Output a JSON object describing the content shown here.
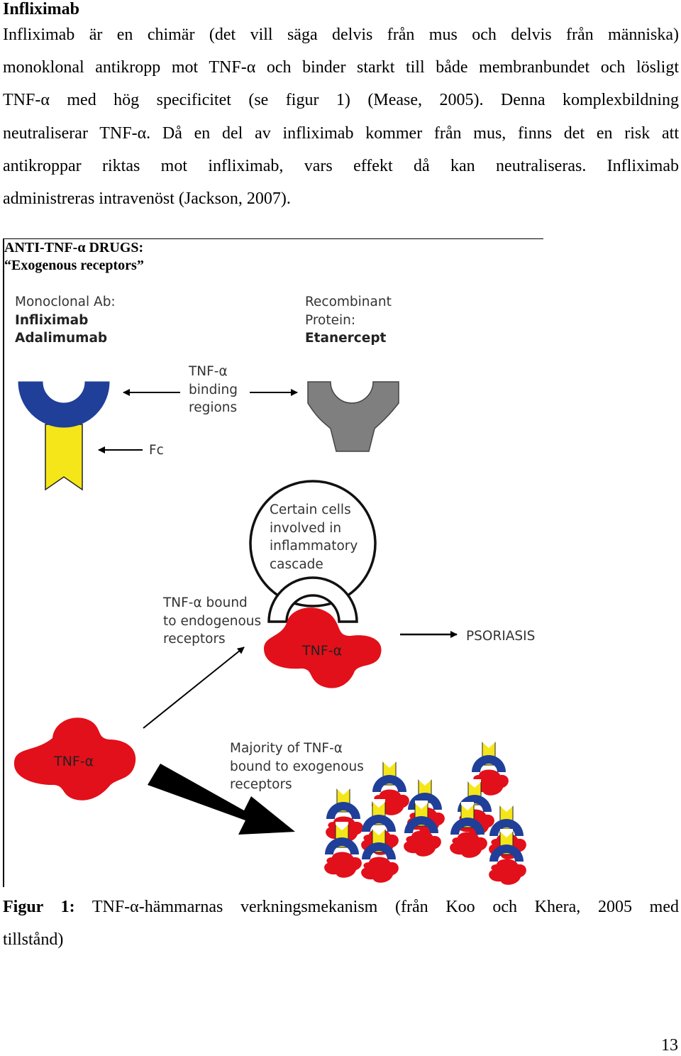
{
  "heading": "Infliximab",
  "paragraph": {
    "lines": [
      "Infliximab är en chimär (det vill säga delvis från mus och delvis från människa)",
      "monoklonal antikropp mot TNF-α och binder starkt till både membranbundet och lösligt",
      "TNF-α med hög specificitet (se figur 1) (Mease, 2005). Denna komplexbildning",
      "neutraliserar TNF-α. Då en del av infliximab kommer från mus, finns det en risk att",
      "antikroppar riktas mot infliximab, vars effekt då kan neutraliseras. Infliximab",
      "administreras intravenöst (Jackson, 2007)."
    ]
  },
  "figure": {
    "title_line1": "ANTI-TNF-α DRUGS:",
    "title_line2": "“Exogenous receptors”",
    "monoclonal": {
      "line1": "Monoclonal Ab:",
      "line2": "Infliximab",
      "line3": "Adalimumab"
    },
    "recombinant": {
      "line1": "Recombinant",
      "line2": "Protein:",
      "line3": "Etanercept"
    },
    "binding_regions": {
      "line1": "TNF-α",
      "line2": "binding",
      "line3": "regions"
    },
    "fc_label": "Fc",
    "cells": {
      "line1": "Certain cells",
      "line2": "involved in",
      "line3": "inflammatory",
      "line4": "cascade"
    },
    "bound_endogenous": {
      "line1": "TNF-α bound",
      "line2": "to endogenous",
      "line3": "receptors"
    },
    "tnf_label_bound": "TNF-α",
    "tnf_label_free": "TNF-α",
    "psoriasis": "PSORIASIS",
    "majority": {
      "line1": "Majority of TNF-α",
      "line2": "bound to exogenous",
      "line3": "receptors"
    },
    "colors": {
      "antibody_blue": "#1f3f99",
      "fc_yellow": "#f5e61a",
      "etanercept_grey": "#7f7f7f",
      "tnf_red": "#e2101a"
    }
  },
  "caption": {
    "label": "Figur 1:",
    "line1_rest": "TNF-α-hämmarnas verkningsmekanism (från Koo och Khera, 2005 med",
    "line2": "tillstånd)"
  },
  "page_number": "13"
}
